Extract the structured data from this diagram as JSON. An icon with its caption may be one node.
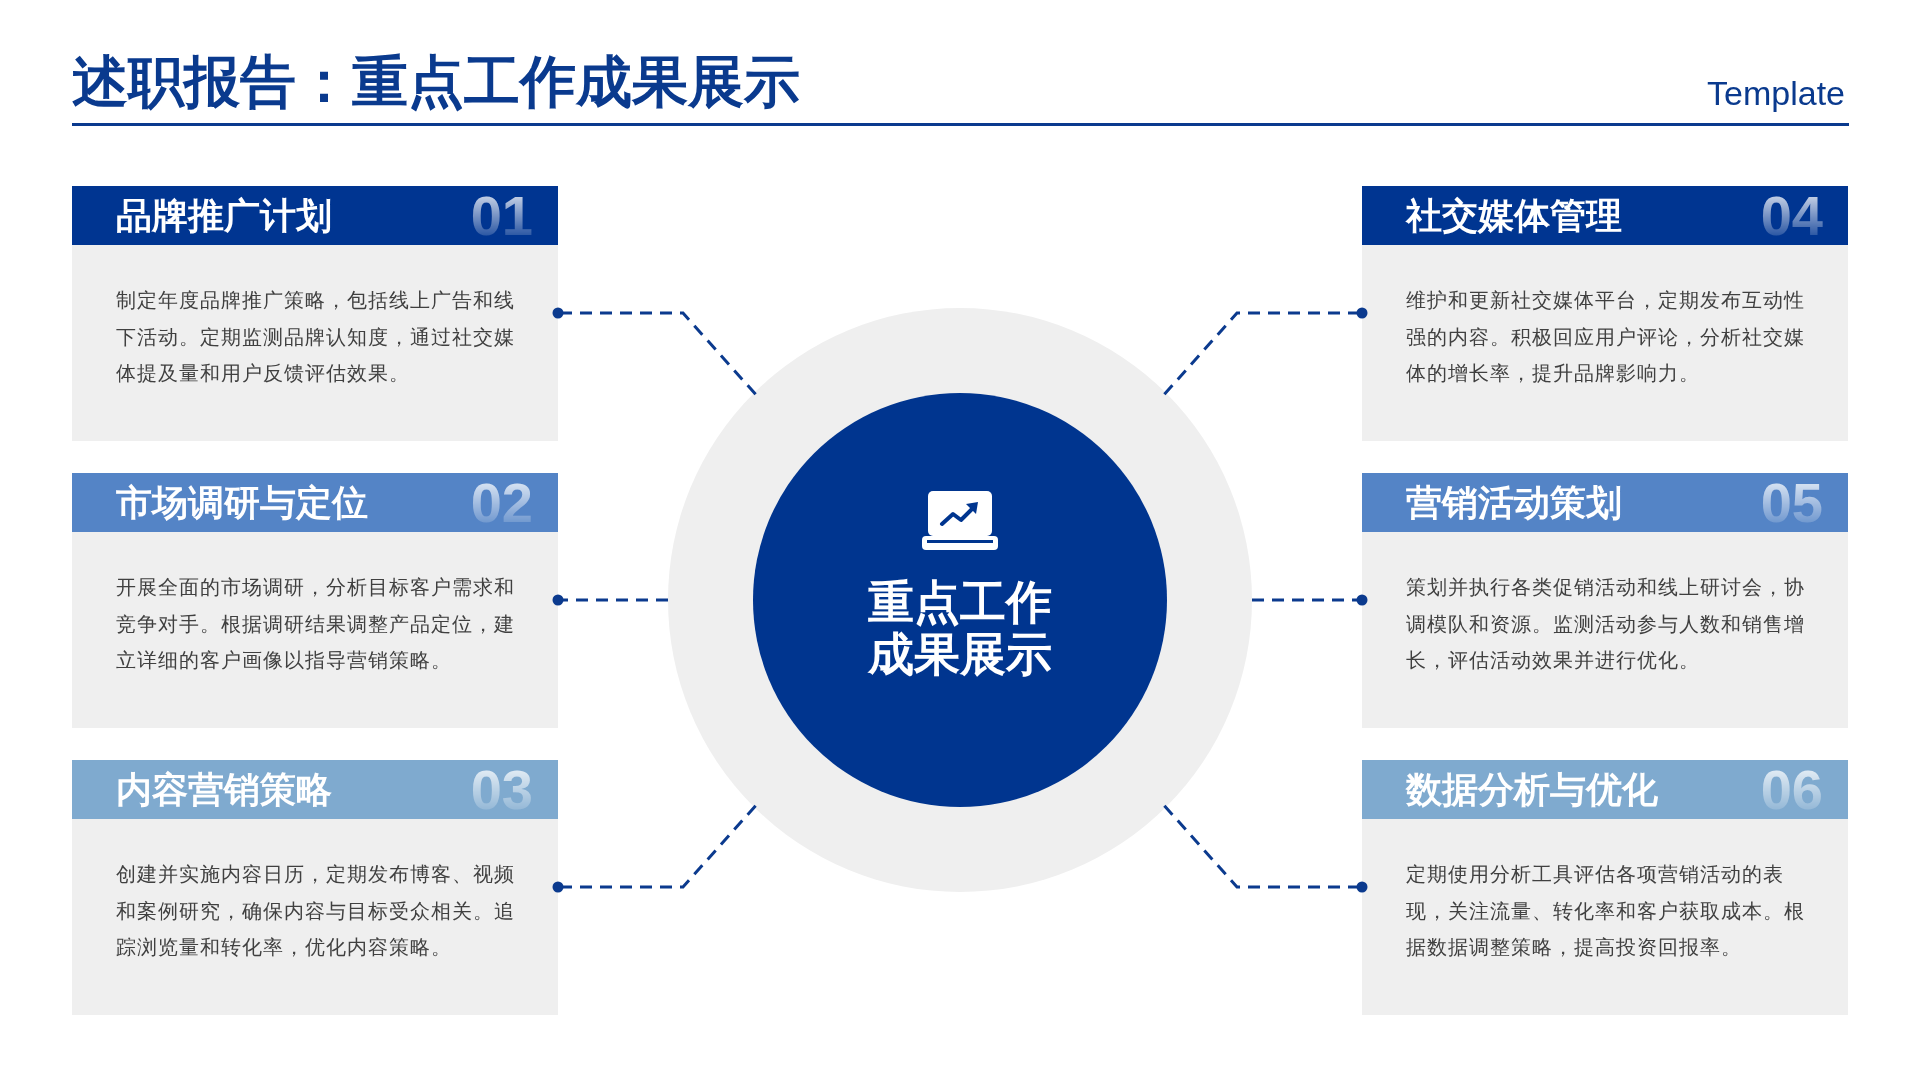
{
  "diagram": {
    "title": "述职报告：重点工作成果展示",
    "nodes": [
      {
        "text": [
          "品牌推广计划",
          "01",
          "制定年度品牌推广策略，包括线上广告和线下活动。定期监测品牌认知度，通过社交媒体提及量和用户反馈评估效果。"
        ]
      },
      {
        "text": [
          "市场调研与定位",
          "02",
          "开展全面的市场调研，分析目标客户需求和竞争对手。根据调研结果调整产品定位，建立详细的客户画像以指导营销策略。"
        ]
      },
      {
        "text": [
          "内容营销策略",
          "03",
          "创建并实施内容日历，定期发布博客、视频和案例研究，确保内容与目标受众相关。追踪浏览量和转化率，优化内容策略。"
        ]
      },
      {
        "text": [
          "社交媒体管理",
          "04",
          "维护和更新社交媒体平台，定期发布互动性强的内容。积极回应用户评论，分析社交媒体的增长率，提升品牌影响力。"
        ]
      },
      {
        "text": [
          "营销活动策划",
          "05",
          "策划并执行各类促销活动和线上研讨会，协调模队和资源。监测活动参与人数和销售增长，评估活动效果并进行优化。"
        ]
      },
      {
        "text": [
          "数据分析与优化",
          "06",
          "定期使用分析工具评估各项营销活动的表现，关注流量、转化率和客户获取成本。根据数据调整策略，提高投资回报率。"
        ]
      },
      {
        "text": [
          "重点工作成果展示"
        ]
      }
    ],
    "edges": [
      {
        "from": 6,
        "to": 0,
        "arrow": "other",
        "style": "dashed"
      },
      {
        "from": 6,
        "to": 1,
        "arrow": "other",
        "style": "dashed"
      },
      {
        "from": 6,
        "to": 2,
        "arrow": "other",
        "style": "dashed"
      },
      {
        "from": 6,
        "to": 3,
        "arrow": "other",
        "style": "dashed"
      },
      {
        "from": 6,
        "to": 4,
        "arrow": "other",
        "style": "dashed"
      },
      {
        "from": 6,
        "to": 5,
        "arrow": "other",
        "style": "dashed"
      }
    ],
    "labels": [
      "Template"
    ]
  }
}
